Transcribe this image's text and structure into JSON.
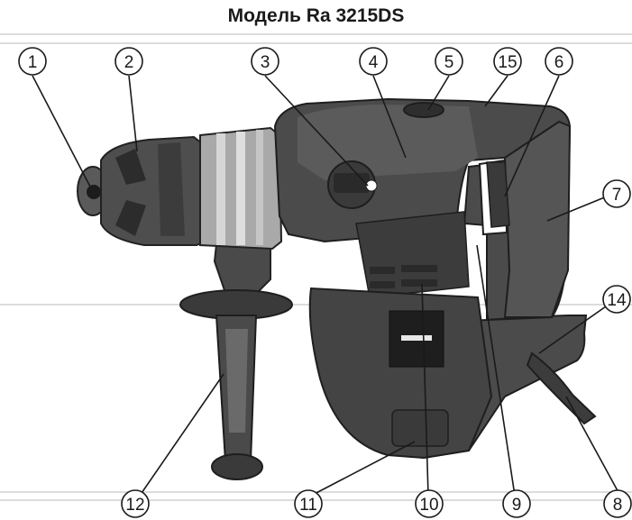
{
  "title": "Модель Ra 3215DS",
  "callouts": [
    {
      "label": "1"
    },
    {
      "label": "2"
    },
    {
      "label": "3"
    },
    {
      "label": "4"
    },
    {
      "label": "5"
    },
    {
      "label": "15"
    },
    {
      "label": "6"
    },
    {
      "label": "7"
    },
    {
      "label": "14"
    },
    {
      "label": "12"
    },
    {
      "label": "11"
    },
    {
      "label": "10"
    },
    {
      "label": "9"
    },
    {
      "label": "8"
    }
  ],
  "colors": {
    "body_dark": "#3a3a3a",
    "body_mid": "#595959",
    "body_light": "#8a8a8a",
    "chuck_light": "#c8c8c8",
    "guide_line": "#dcdcdc"
  }
}
